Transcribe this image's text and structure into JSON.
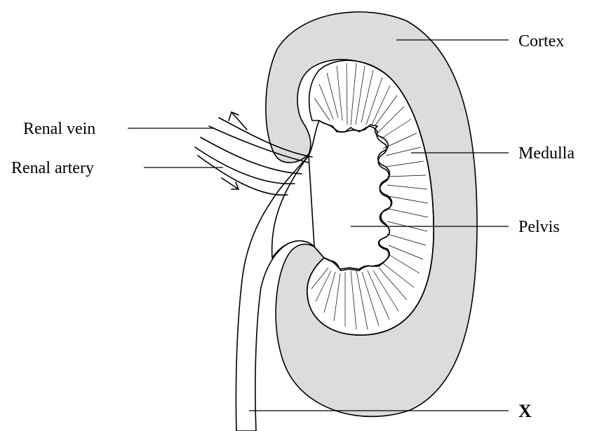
{
  "labels": {
    "cortex": "Cortex",
    "medulla": "Medulla",
    "pelvis": "Pelvis",
    "renal_vein": "Renal vein",
    "renal_artery": "Renal artery",
    "x": "X"
  },
  "colors": {
    "cortex_fill": "#dcdcdc",
    "line": "#000000",
    "background": "#ffffff"
  }
}
